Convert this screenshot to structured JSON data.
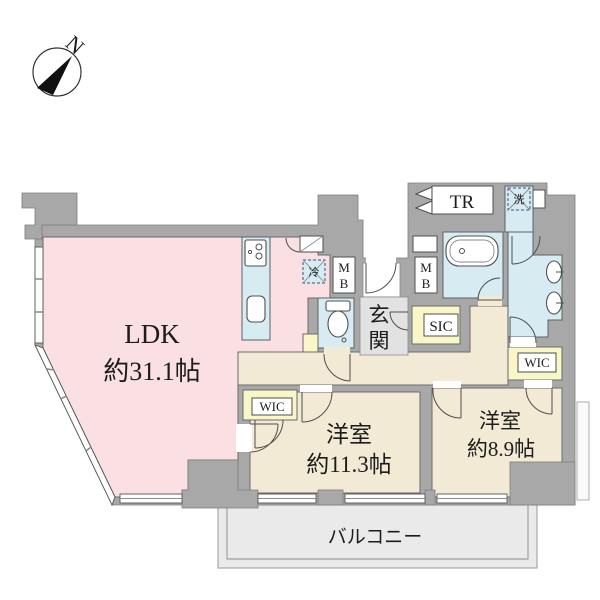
{
  "compass": {
    "label": "N"
  },
  "labels": {
    "ldk": {
      "name": "LDK",
      "size": "約31.1帖"
    },
    "bedroom_main": {
      "name": "洋室",
      "size": "約11.3帖"
    },
    "bedroom_second": {
      "name": "洋室",
      "size": "約8.9帖"
    },
    "balcony": "バルコニー",
    "entrance_char_top": "玄",
    "entrance_char_bottom": "関",
    "trunk_room": "TR",
    "shoe_closet": "SIC",
    "walkin_closet_left": "WIC",
    "walkin_closet_right": "WIC",
    "meter_box_left": {
      "line1": "M",
      "line2": "B"
    },
    "meter_box_right": {
      "line1": "M",
      "line2": "B"
    },
    "refrigerator": "冷",
    "washer": "洗"
  },
  "colors": {
    "wall": "#a8a8a8",
    "ldk": "#fadfe3",
    "room": "#f3ead6",
    "wet_area": "#d7ecf2",
    "closet": "#f9f6c8",
    "balcony": "#eaeaea",
    "entrance_tile": "#e2e2e2",
    "outline": "#4f4f4f"
  }
}
